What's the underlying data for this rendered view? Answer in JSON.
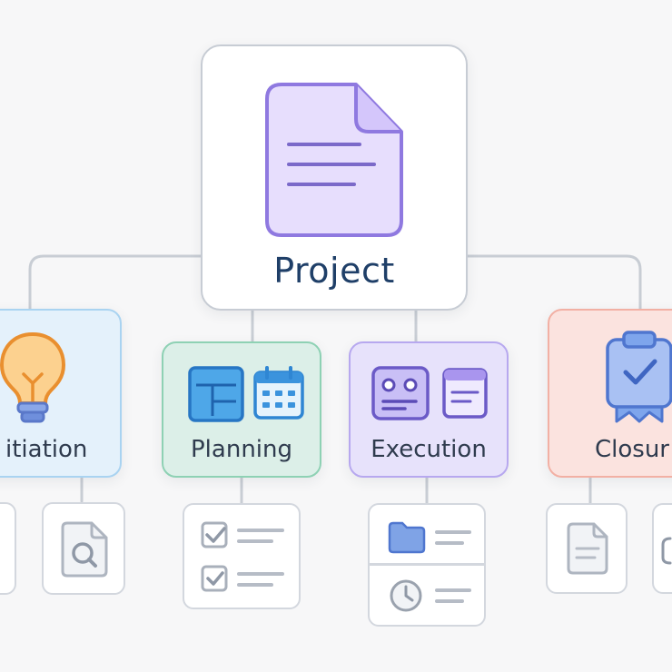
{
  "diagram": {
    "root": {
      "label": "Project",
      "icon": "document-icon"
    },
    "phases": [
      {
        "id": "initiation",
        "label": "Initiation",
        "visible_label": "itiation",
        "icon": "lightbulb-icon",
        "color": "#e4f1fb"
      },
      {
        "id": "planning",
        "label": "Planning",
        "icon": "calendar-icon",
        "color": "#dcefe8"
      },
      {
        "id": "execution",
        "label": "Execution",
        "icon": "dashboard-icon",
        "color": "#e7e2fb"
      },
      {
        "id": "closure",
        "label": "Closure",
        "visible_label": "Closur",
        "icon": "clipboard-check-icon",
        "color": "#fbe3df"
      }
    ],
    "sub_items": {
      "initiation": [
        "document-search-icon"
      ],
      "planning": [
        "checklist-icon"
      ],
      "execution": [
        "folder-icon",
        "clock-icon"
      ],
      "closure": [
        "document-icon"
      ]
    },
    "colors": {
      "root_text": "#1f3f68",
      "root_icon": "#e7defd",
      "connector": "#c8cdd4"
    }
  }
}
